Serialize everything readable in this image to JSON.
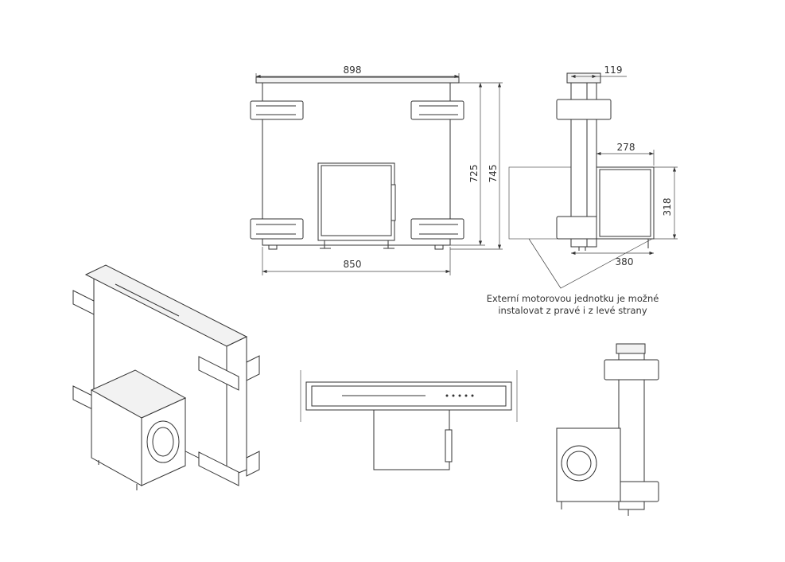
{
  "dimensions": {
    "front_top_width": "898",
    "front_bottom_width": "850",
    "front_height_inner": "725",
    "front_height_total": "745",
    "side_column_width": "119",
    "side_motor_depth": "278",
    "side_motor_height": "318",
    "side_total_depth": "380"
  },
  "note": {
    "line1": "Externí motorovou jednotku je možné",
    "line2": "instalovat z pravé i z levé strany"
  }
}
